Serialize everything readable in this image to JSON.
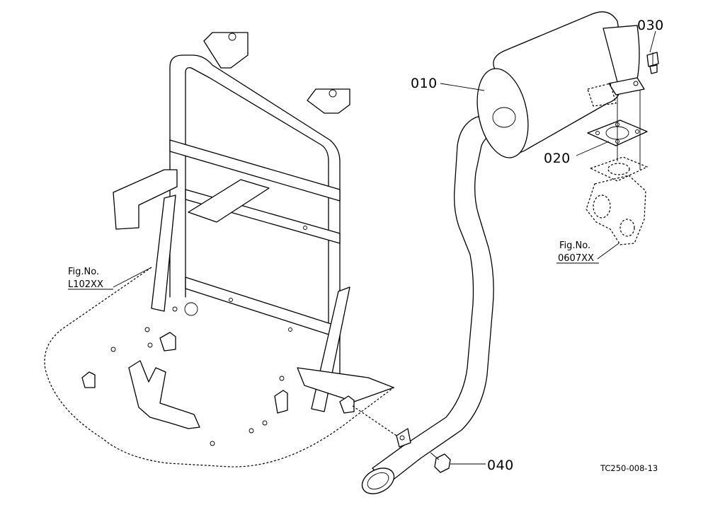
{
  "callouts": {
    "p010": "010",
    "p020": "020",
    "p030": "030",
    "p040": "040"
  },
  "fig_refs": {
    "platform": {
      "label": "Fig.No.",
      "code": "L102XX"
    },
    "manifold": {
      "label": "Fig.No.",
      "code": "0607XX"
    }
  },
  "drawing_code": "TC250-008-13"
}
